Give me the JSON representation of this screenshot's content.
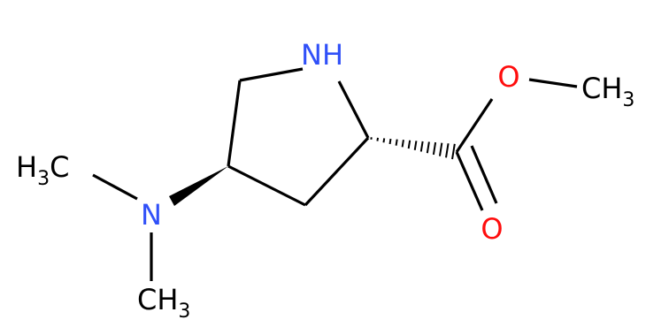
{
  "molecule": {
    "colors": {
      "bond": "#000000",
      "nitrogen": "#3050F8",
      "oxygen": "#FF0D0D",
      "carbon_label": "#000000"
    },
    "labels": {
      "ring_nh": "NH",
      "ester_o": "O",
      "carbonyl_o": "O",
      "ch3_ester_main": "CH",
      "ch3_ester_sub": "3",
      "amine_n": "N",
      "h3c_h": "H",
      "h3c_sub": "3",
      "h3c_c": "C",
      "ch3_amine_main": "CH",
      "ch3_amine_sub": "3"
    }
  }
}
